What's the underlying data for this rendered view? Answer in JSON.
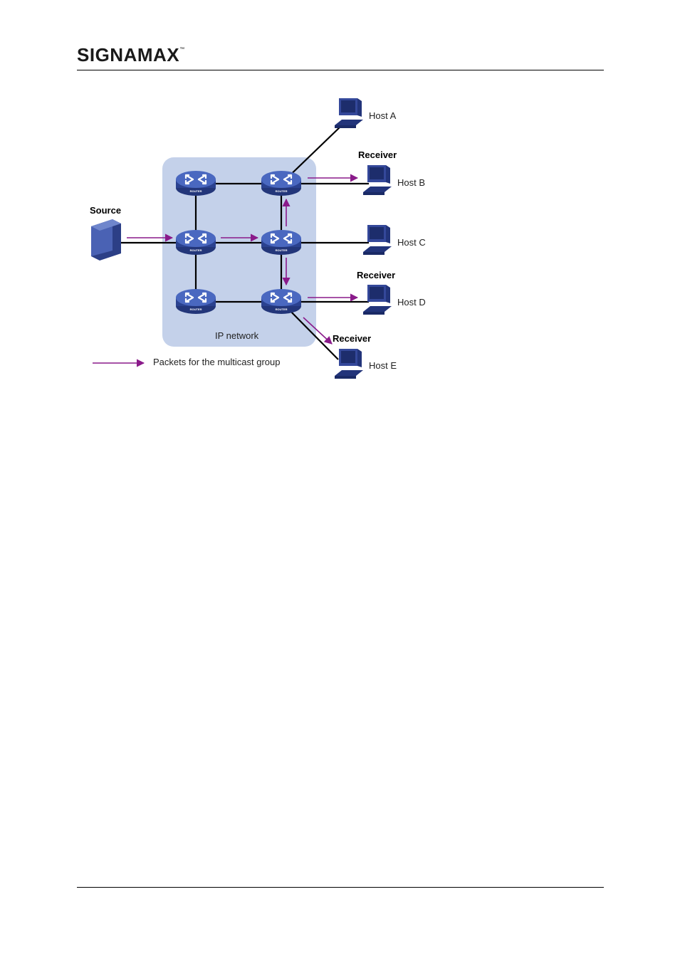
{
  "header": {
    "logo_text": "SIGNAMAX",
    "trademark": "™"
  },
  "diagram": {
    "network_label": "IP network",
    "source_label": "Source",
    "router_caption": "ROUTER",
    "hosts": [
      {
        "name": "Host A",
        "receiver": false
      },
      {
        "name": "Host B",
        "receiver": true
      },
      {
        "name": "Host C",
        "receiver": false
      },
      {
        "name": "Host D",
        "receiver": true
      },
      {
        "name": "Host E",
        "receiver": true
      }
    ],
    "receiver_label": "Receiver",
    "legend_label": "Packets for the multicast group",
    "colors": {
      "network_bg": "#c4d1ea",
      "router": "#3a56a8",
      "multicast_arrow": "#8a1a8a",
      "host": "#2c3f86",
      "link": "#000000"
    }
  }
}
